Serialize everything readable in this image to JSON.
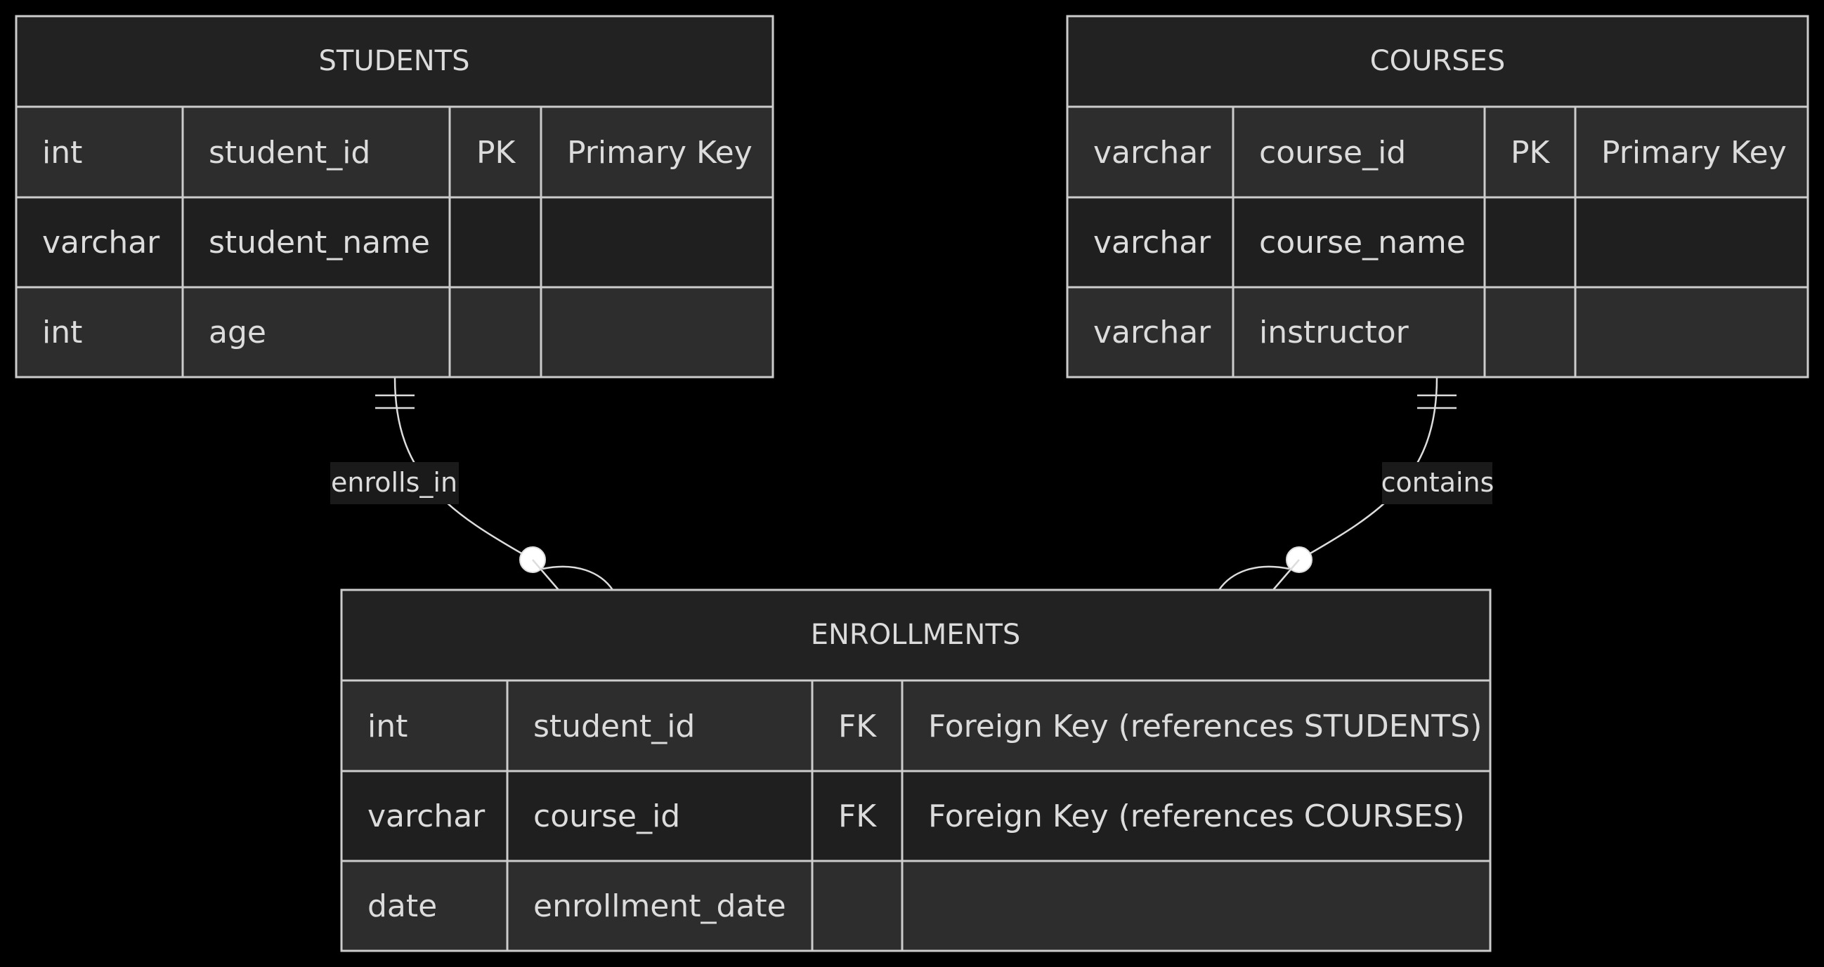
{
  "colors": {
    "background": "#000000",
    "header_fill": "#222222",
    "row_fill_odd": "#2d2d2d",
    "row_fill_even": "#1f1f1f",
    "border": "#cccccc",
    "text": "#dcdcdc",
    "label_bg": "#1a1a1a",
    "line": "#dddddd"
  },
  "entities": {
    "students": {
      "name": "STUDENTS",
      "rows": [
        {
          "type": "int",
          "name": "student_id",
          "key": "PK",
          "comment": "Primary Key"
        },
        {
          "type": "varchar",
          "name": "student_name",
          "key": "",
          "comment": ""
        },
        {
          "type": "int",
          "name": "age",
          "key": "",
          "comment": ""
        }
      ]
    },
    "courses": {
      "name": "COURSES",
      "rows": [
        {
          "type": "varchar",
          "name": "course_id",
          "key": "PK",
          "comment": "Primary Key"
        },
        {
          "type": "varchar",
          "name": "course_name",
          "key": "",
          "comment": ""
        },
        {
          "type": "varchar",
          "name": "instructor",
          "key": "",
          "comment": ""
        }
      ]
    },
    "enrollments": {
      "name": "ENROLLMENTS",
      "rows": [
        {
          "type": "int",
          "name": "student_id",
          "key": "FK",
          "comment": "Foreign Key (references STUDENTS)"
        },
        {
          "type": "varchar",
          "name": "course_id",
          "key": "FK",
          "comment": "Foreign Key (references COURSES)"
        },
        {
          "type": "date",
          "name": "enrollment_date",
          "key": "",
          "comment": ""
        }
      ]
    }
  },
  "relationships": {
    "enrolls_in": {
      "label": "enrolls_in",
      "from": "STUDENTS",
      "to": "ENROLLMENTS",
      "from_cardinality": "exactly-one",
      "to_cardinality": "zero-or-many"
    },
    "contains": {
      "label": "contains",
      "from": "COURSES",
      "to": "ENROLLMENTS",
      "from_cardinality": "exactly-one",
      "to_cardinality": "zero-or-many"
    }
  }
}
